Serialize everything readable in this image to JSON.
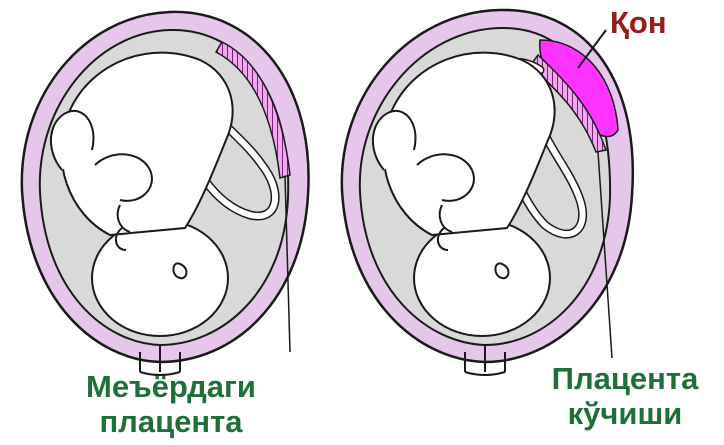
{
  "labels": {
    "normal_line1": "Меъёрдаги",
    "normal_line2": "плацента",
    "abruption_line1": "Плацента",
    "abruption_line2": "кўчиши",
    "blood": "Қон"
  },
  "colors": {
    "label_green": "#1f6f3a",
    "label_blood": "#a01818",
    "uterus_wall": "#e6c6ea",
    "cavity": "#d9d9d9",
    "placenta": "#e85ce6",
    "hematoma": "#ff33ff",
    "outline": "#1a1a1a"
  }
}
